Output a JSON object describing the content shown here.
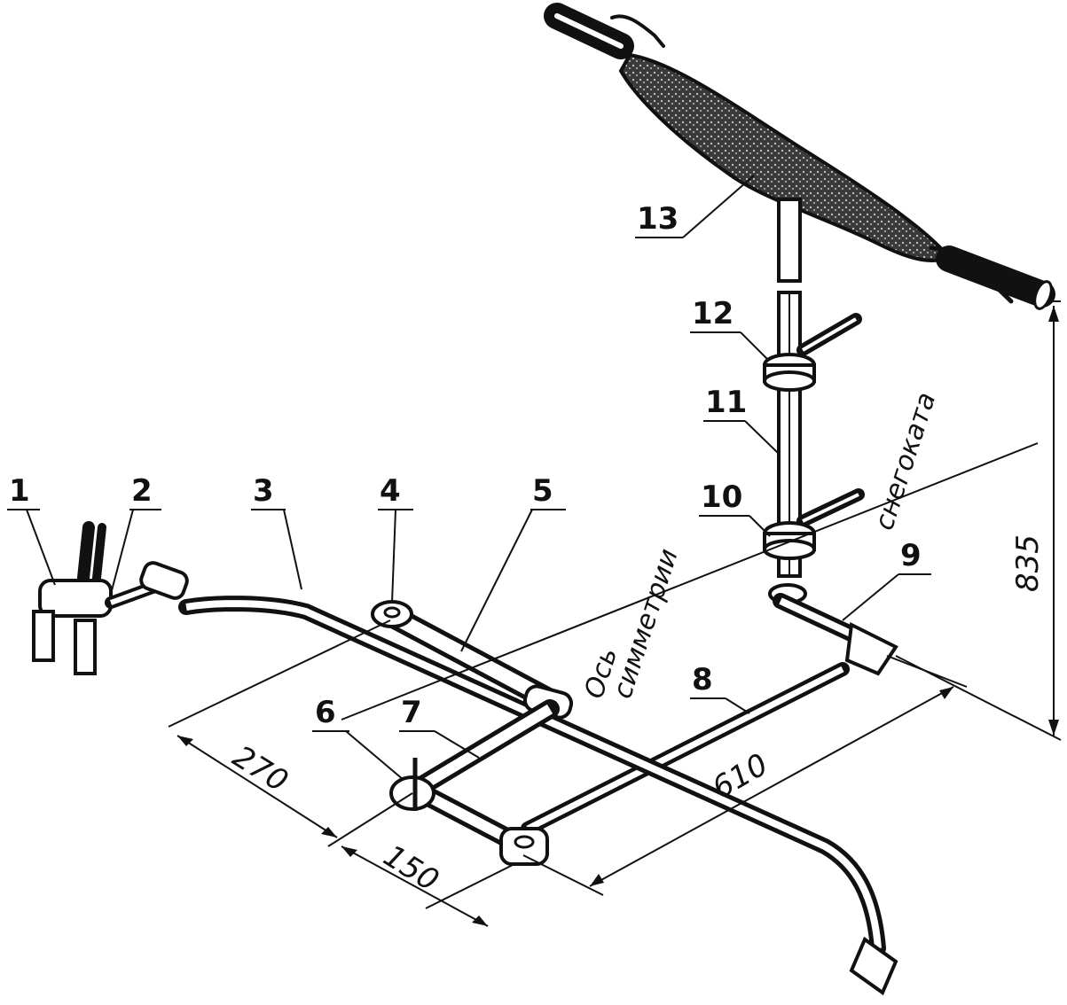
{
  "labels": {
    "l1": "1",
    "l2": "2",
    "l3": "3",
    "l4": "4",
    "l5": "5",
    "l6": "6",
    "l7": "7",
    "l8": "8",
    "l9": "9",
    "l10": "10",
    "l11": "11",
    "l12": "12",
    "l13": "13"
  },
  "dimensions": {
    "d270": "270",
    "d150": "150",
    "d610": "610",
    "d835": "835"
  },
  "axis_label": {
    "word1": "Ось",
    "word2": "симметрии",
    "word3": "снегоката"
  },
  "colors": {
    "ink": "#111111",
    "paper": "#ffffff",
    "grip": "#2a2a2a"
  }
}
